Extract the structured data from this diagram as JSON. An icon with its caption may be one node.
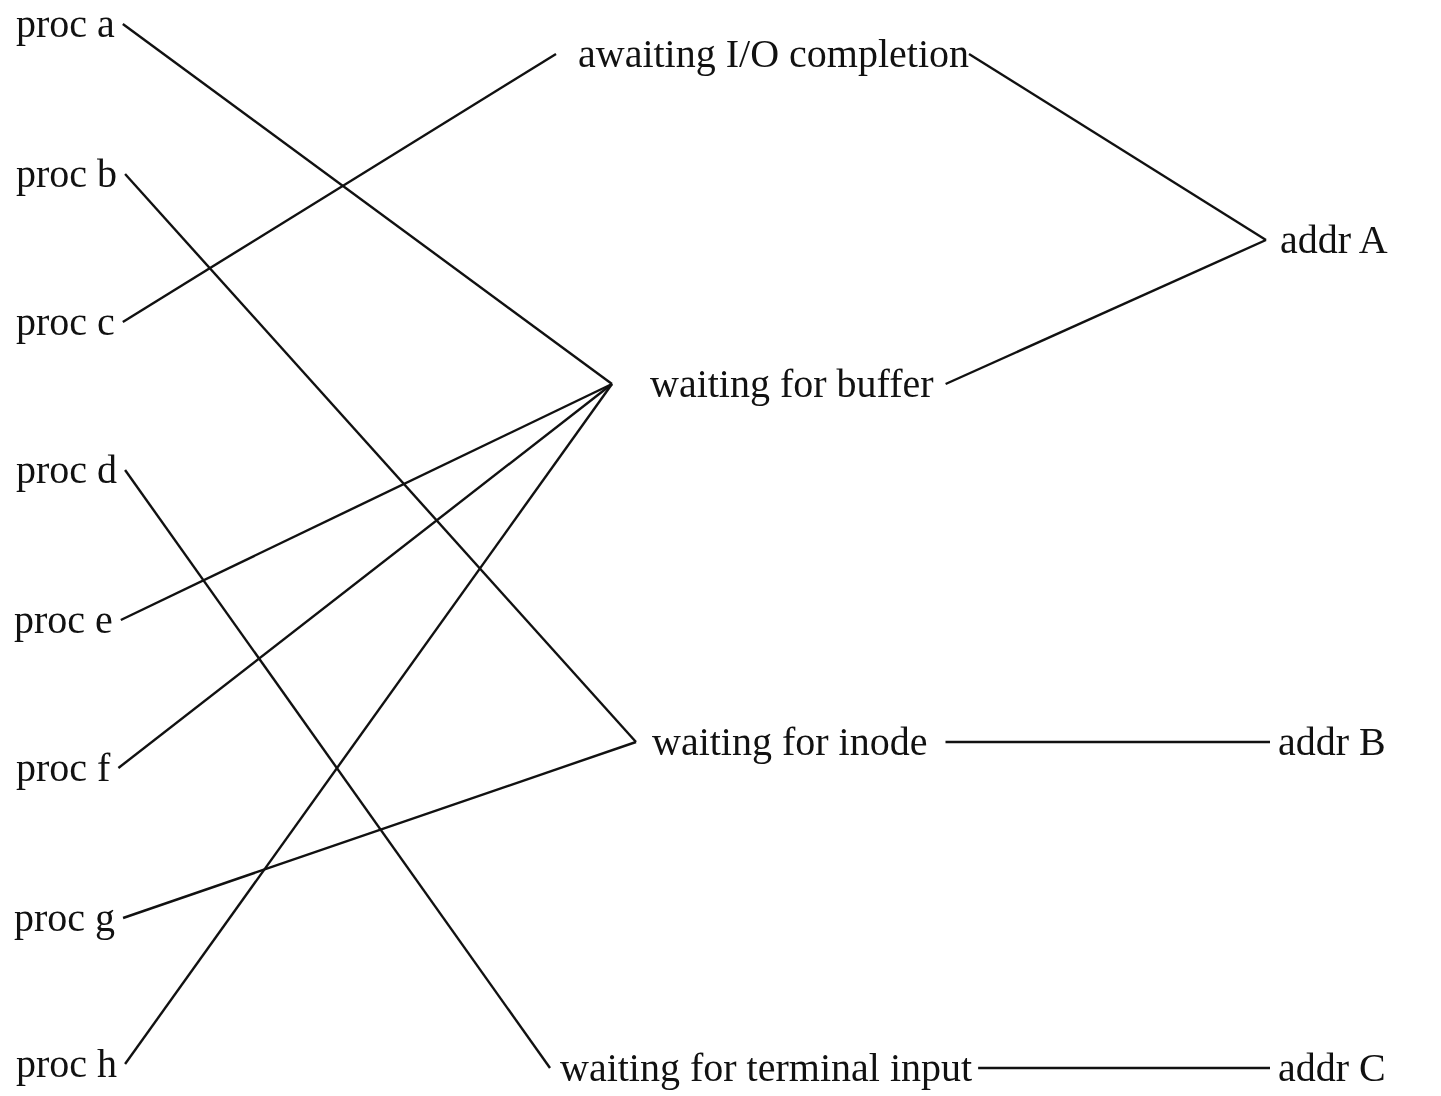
{
  "diagram": {
    "nodes": [
      {
        "text": [
          "proc a"
        ]
      },
      {
        "text": [
          "proc b"
        ]
      },
      {
        "text": [
          "proc c"
        ]
      },
      {
        "text": [
          "proc d"
        ]
      },
      {
        "text": [
          "proc e"
        ]
      },
      {
        "text": [
          "proc f"
        ]
      },
      {
        "text": [
          "proc g"
        ]
      },
      {
        "text": [
          "proc h"
        ]
      },
      {
        "text": [
          "awaiting I/O completion"
        ]
      },
      {
        "text": [
          "waiting for buffer"
        ]
      },
      {
        "text": [
          "waiting for inode"
        ]
      },
      {
        "text": [
          "waiting for terminal input"
        ]
      },
      {
        "text": [
          "addr A"
        ]
      },
      {
        "text": [
          "addr B"
        ]
      },
      {
        "text": [
          "addr C"
        ]
      }
    ],
    "edges": [
      {
        "from": 0,
        "to": 9,
        "arrow": "none"
      },
      {
        "from": 1,
        "to": 10,
        "arrow": "none"
      },
      {
        "from": 2,
        "to": 8,
        "arrow": "none"
      },
      {
        "from": 3,
        "to": 11,
        "arrow": "none"
      },
      {
        "from": 4,
        "to": 9,
        "arrow": "none"
      },
      {
        "from": 5,
        "to": 9,
        "arrow": "none"
      },
      {
        "from": 6,
        "to": 10,
        "arrow": "none"
      },
      {
        "from": 7,
        "to": 9,
        "arrow": "none"
      },
      {
        "from": 8,
        "to": 12,
        "arrow": "none"
      },
      {
        "from": 9,
        "to": 12,
        "arrow": "none"
      },
      {
        "from": 10,
        "to": 13,
        "arrow": "none"
      },
      {
        "from": 11,
        "to": 14,
        "arrow": "none"
      }
    ]
  }
}
